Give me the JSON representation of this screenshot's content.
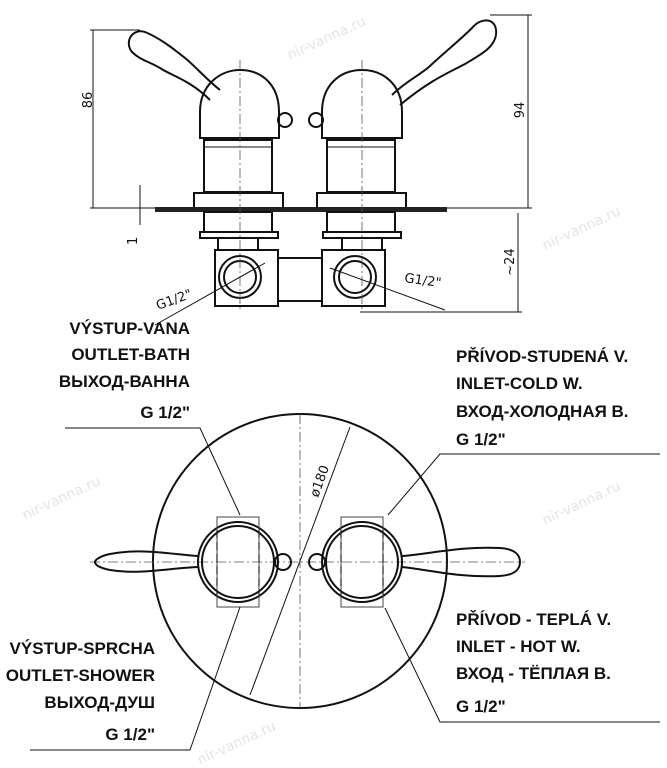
{
  "watermark": "nir-vanna.ru",
  "side_view": {
    "dim_height_left": "86",
    "dim_height_right": "94",
    "dim_plate": "1",
    "dim_depth": "~24",
    "thread_left": "G1/2\"",
    "thread_right": "G1/2\""
  },
  "front_view": {
    "diameter": "ø180",
    "labels": {
      "outlet_bath": [
        "VÝSTUP-VANA",
        "OUTLET-BATH",
        "ВЫХОД-ВАННА",
        "G 1/2\""
      ],
      "inlet_cold": [
        "PŘÍVOD-STUDENÁ V.",
        "INLET-COLD W.",
        "ВХОД-ХОЛОДНАЯ В.",
        "G 1/2\""
      ],
      "outlet_shower": [
        "VÝSTUP-SPRCHA",
        "OUTLET-SHOWER",
        "ВЫХОД-ДУШ",
        "G 1/2\""
      ],
      "inlet_hot": [
        "PŘÍVOD - TEPLÁ V.",
        "INLET - HOT W.",
        "ВХОД - TЁПЛАЯ В.",
        "G 1/2\""
      ]
    }
  }
}
